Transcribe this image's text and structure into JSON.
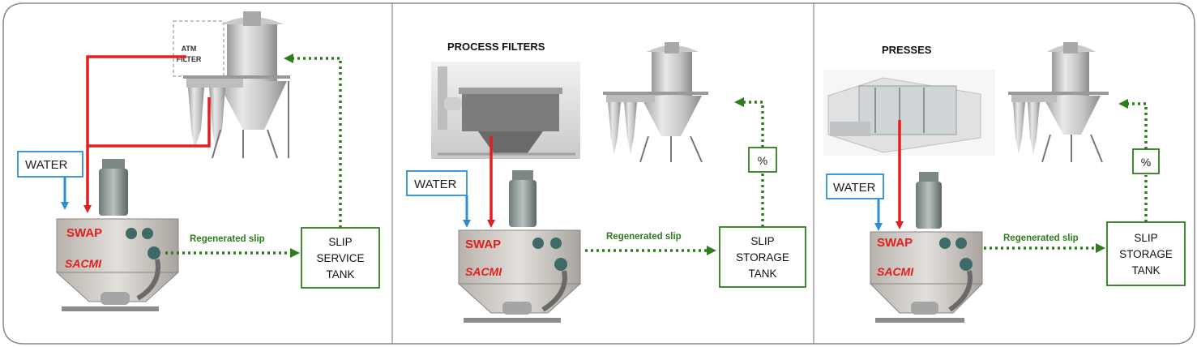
{
  "colors": {
    "water": "#2b8fd6",
    "slip_pipe": "#e02020",
    "regenerated": "#2e7d1e",
    "panel_border": "#8a8a8a"
  },
  "panels": [
    {
      "title": "",
      "water_label": "WATER",
      "machine_brand": "SWAP",
      "machine_maker": "SACMI",
      "flow_label": "Regenerated slip",
      "tank_lines": [
        "SLIP",
        "SERVICE",
        "TANK"
      ],
      "atm_filter": [
        "ATM",
        "FILTER"
      ]
    },
    {
      "title": "PROCESS FILTERS",
      "water_label": "WATER",
      "machine_brand": "SWAP",
      "machine_maker": "SACMI",
      "flow_label": "Regenerated slip",
      "tank_lines": [
        "SLIP",
        "STORAGE",
        "TANK"
      ],
      "percent_label": "%"
    },
    {
      "title": "PRESSES",
      "water_label": "WATER",
      "machine_brand": "SWAP",
      "machine_maker": "SACMI",
      "flow_label": "Regenerated slip",
      "tank_lines": [
        "SLIP",
        "STORAGE",
        "TANK"
      ],
      "percent_label": "%"
    }
  ]
}
